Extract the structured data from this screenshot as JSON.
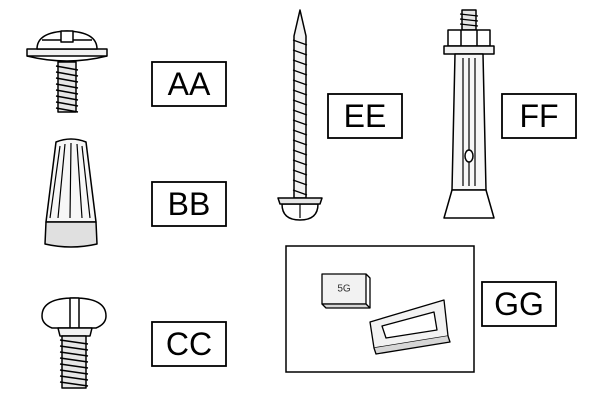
{
  "parts": [
    {
      "label": "AA",
      "item": "screw with washer"
    },
    {
      "label": "BB",
      "item": "wire nut"
    },
    {
      "label": "CC",
      "item": "round head screw"
    },
    {
      "label": "EE",
      "item": "wood screw"
    },
    {
      "label": "FF",
      "item": "expansion anchor bolt"
    },
    {
      "label": "GG",
      "item": "packet with spacer wedge"
    }
  ],
  "packet_text": "5G",
  "colors": {
    "line": "#000000",
    "fill_light": "#eeeeee",
    "fill_mid": "#d6d6d6",
    "background": "#ffffff"
  }
}
